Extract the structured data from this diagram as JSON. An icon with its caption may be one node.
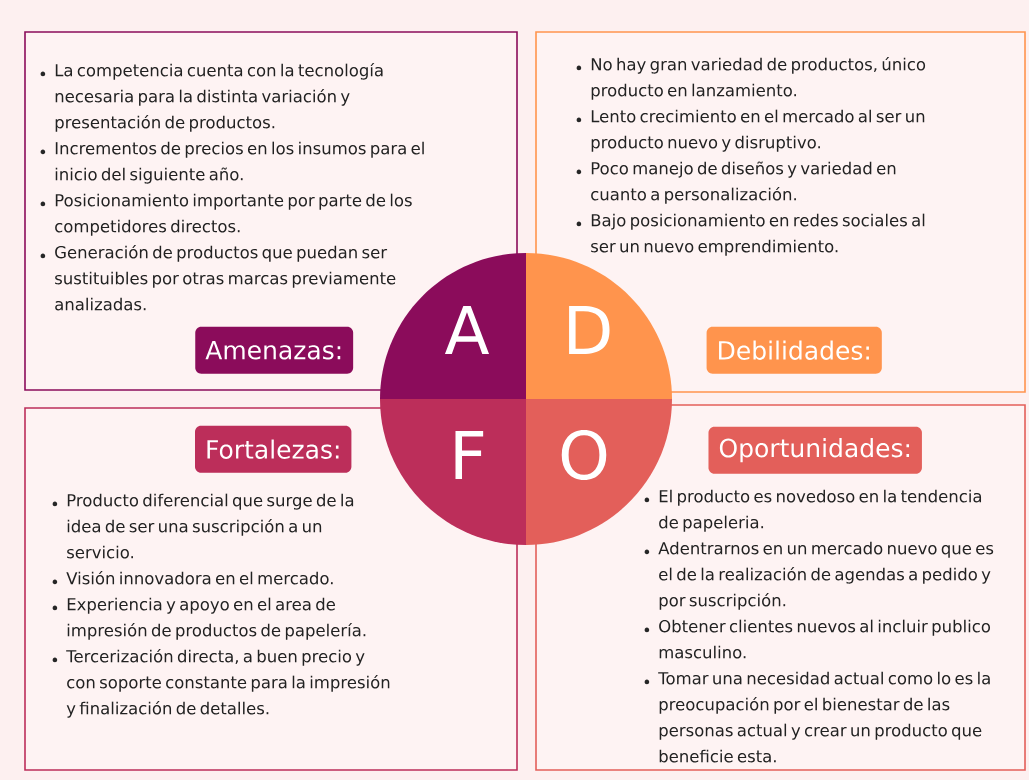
{
  "diagram": {
    "nodes": [
      {
        "text": [
          "La competencia cuenta con la tecnología necesaria para la distinta variación y presentación de productos.",
          "Incrementos de precios en los insumos para el inicio del siguiente año.",
          "Posicionamiento importante por parte de los competidores directos.",
          "Generación de productos que puedan ser sustituibles por otras marcas previamente analizadas."
        ]
      },
      {
        "text": [
          "Amenazas:"
        ],
        "in": 0
      },
      {
        "text": [
          "No hay gran variedad de productos, único producto en lanzamiento.",
          "Lento crecimiento en el mercado al ser un producto nuevo y disruptivo.",
          "Poco manejo de diseños y variedad en cuanto a personalización.",
          "Bajo posicionamiento en redes sociales al ser un nuevo emprendimiento."
        ]
      },
      {
        "text": [
          "Debilidades:"
        ],
        "in": 2
      },
      {
        "text": [
          "A"
        ]
      },
      {
        "text": [
          "D"
        ]
      },
      {
        "text": [
          "Producto diferencial que surge de la idea de ser una suscripción a un servicio.",
          "Visión innovadora en el mercado.",
          "Experiencia y apoyo en el area de impresión de productos de papelería.",
          "Tercerización directa, a buen precio y con soporte constante para la impresión y finalización de detalles."
        ]
      },
      {
        "text": [
          "Fortalezas:"
        ],
        "in": 6
      },
      {
        "text": [
          "El producto es novedoso en la tendencia de papeleria.",
          "Adentrarnos en un mercado nuevo que es el de la realización de agendas a pedido y por suscripción.",
          "Obtener clientes nuevos al incluir publico masculino.",
          "Tomar una necesidad actual como lo es la preocupación por el bienestar de las personas actual y crear un producto que beneficie esta."
        ]
      },
      {
        "text": [
          "Oportunidades:"
        ],
        "in": 8
      },
      {
        "text": [
          "F"
        ]
      },
      {
        "text": [
          "O"
        ]
      }
    ]
  }
}
